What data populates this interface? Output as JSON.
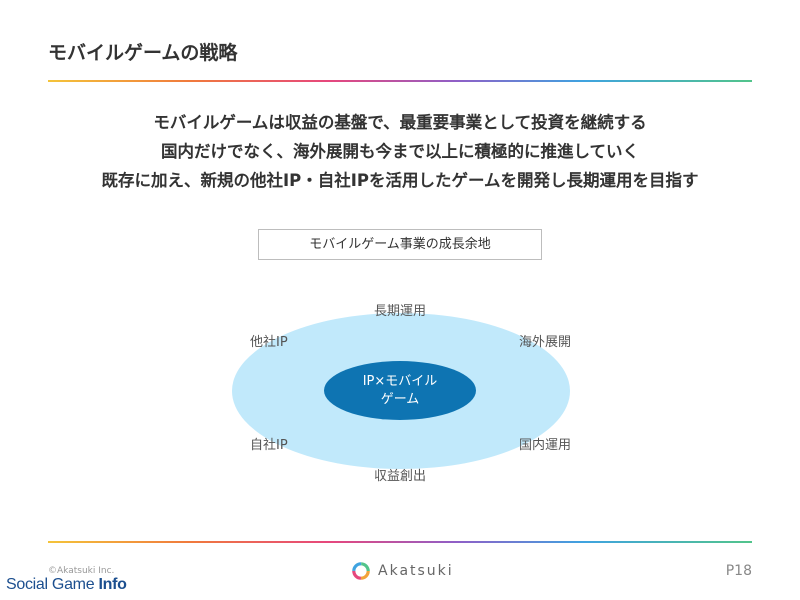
{
  "slide": {
    "title": "モバイルゲームの戦略",
    "lead_lines": [
      "モバイルゲームは収益の基盤で、最重要事業として投資を継続する",
      "国内だけでなく、海外展開も今まで以上に積極的に推進していく",
      "既存に加え、新規の他社IP・自社IPを活用したゲームを開発し長期運用を目指す"
    ]
  },
  "diagram": {
    "caption": "モバイルゲーム事業の成長余地",
    "center_line1": "IP×モバイル",
    "center_line2": "ゲーム",
    "labels": {
      "top": "長期運用",
      "top_left": "他社IP",
      "top_right": "海外展開",
      "bottom_left": "自社IP",
      "bottom_right": "国内運用",
      "bottom": "収益創出"
    },
    "colors": {
      "outer_fill": "#c1e9fb",
      "inner_fill": "#0e74b2"
    }
  },
  "footer": {
    "copyright": "©Akatsuki Inc.",
    "logo_text": "Akatsuki",
    "logo_icon": "akatsuki-ring-logo",
    "page": "P18",
    "watermark_light": "Social Game ",
    "watermark_strong": "Info"
  }
}
